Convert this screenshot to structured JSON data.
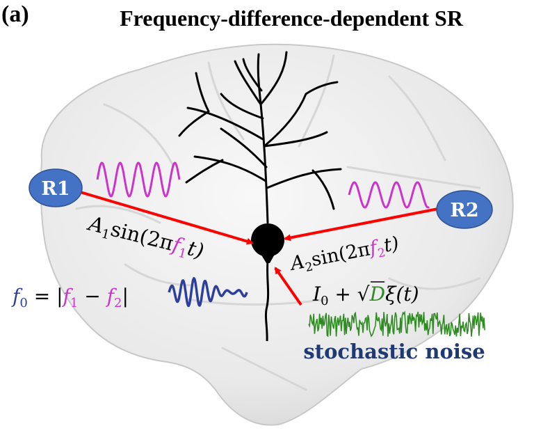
{
  "panel_label": "(a)",
  "title": "Frequency-difference-dependent SR",
  "receptors": [
    {
      "label": "R1"
    },
    {
      "label": "R2"
    }
  ],
  "formulas": {
    "input1": {
      "amp": "A",
      "amp_sub": "1",
      "func": "sin(2π",
      "freq": "f",
      "freq_sub": "1",
      "tail": "t)"
    },
    "input2": {
      "amp": "A",
      "amp_sub": "2",
      "func": "sin(2π",
      "freq": "f",
      "freq_sub": "2",
      "tail": "t)"
    },
    "beat": {
      "lhs": "f",
      "lhs_sub": "0",
      "eq": " = |",
      "f1": "f",
      "f1_sub": "1",
      "minus": " − ",
      "f2": "f",
      "f2_sub": "2",
      "close": "|"
    },
    "noise": {
      "current": "I",
      "current_sub": "0",
      "plus": " + √",
      "D": "D",
      "xi": "ξ(t)"
    }
  },
  "noise_label": "stochastic noise",
  "colors": {
    "receptor_fill": "#4472c4",
    "arrow": "#ff0000",
    "signal": "#cc33cc",
    "beat": "#2e3f99",
    "noise": "#2e8b22",
    "noise_label": "#1f3a73",
    "neuron": "#000000",
    "brain": "#ececec"
  }
}
